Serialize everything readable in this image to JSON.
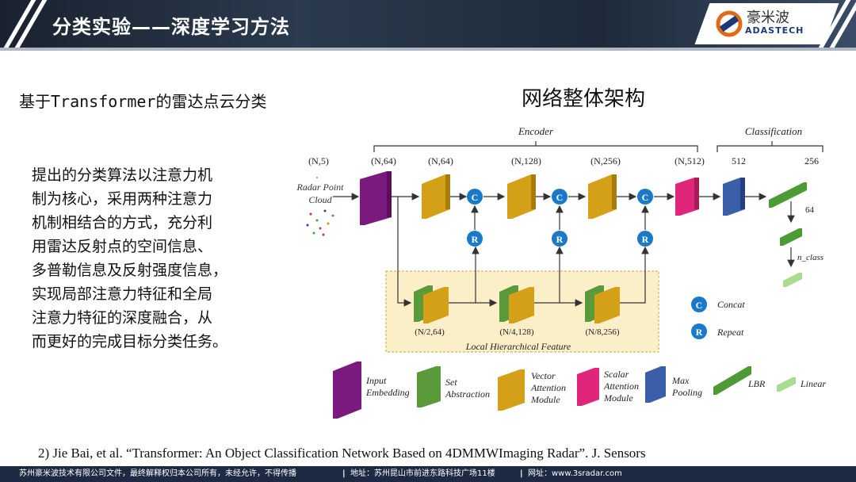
{
  "header": {
    "title": "分类实验——深度学习方法",
    "logo_cn": "豪米波",
    "logo_en": "ADASTECH"
  },
  "subtitle": "基于Transformer的雷达点云分类",
  "body_lines": [
    "提出的分类算法以注意力机",
    "制为核心，采用两种注意力",
    "机制相结合的方式，充分利",
    "用雷达反射点的空间信息、",
    "多普勒信息及反射强度信息，",
    "实现局部注意力特征和全局",
    "注意力特征的深度融合，从",
    "而更好的完成目标分类任务。"
  ],
  "diagram": {
    "title": "网络整体架构",
    "encoder_label": "Encoder",
    "classification_label": "Classification",
    "input_label_1": "Radar Point",
    "input_label_2": "Cloud",
    "dims": {
      "input": "(N,5)",
      "embed": "(N,64)",
      "sa1": "(N,64)",
      "va2": "(N,128)",
      "va3": "(N,256)",
      "sc": "(N,512)",
      "maxpool": "512",
      "lbr1": "256",
      "lbr2": "64",
      "linear": "n_class"
    },
    "local_dims": [
      "(N/2,64)",
      "(N/4,128)",
      "(N/8,256)"
    ],
    "local_label": "Local  Hierarchical Feature",
    "concat_symbol": "C",
    "repeat_symbol": "R",
    "concat_label": "Concat",
    "repeat_label": "Repeat",
    "legend": [
      {
        "line1": "Input",
        "line2": "Embedding",
        "line3": ""
      },
      {
        "line1": "Set",
        "line2": "Abstraction",
        "line3": ""
      },
      {
        "line1": "Vector",
        "line2": "Attention",
        "line3": "Module"
      },
      {
        "line1": "Scalar",
        "line2": "Attention",
        "line3": "Module"
      },
      {
        "line1": "Max",
        "line2": "Pooling",
        "line3": ""
      },
      {
        "line1": "LBR",
        "line2": "",
        "line3": ""
      },
      {
        "line1": "Linear",
        "line2": "",
        "line3": ""
      }
    ]
  },
  "reference": "2) Jie Bai, et al. “Transformer: An Object Classification Network Based on 4DMMWImaging Radar”.  J. Sensors",
  "footer": {
    "company": "苏州豪米波技术有限公司文件，最终解释权归本公司所有，未经允许，不得传播",
    "address": "地址：苏州昆山市前进东路科技广场11楼",
    "website": "网址：www.3sradar.com"
  },
  "colors": {
    "embedding": "#7b1a7e",
    "set_abstraction": "#5a9a3a",
    "vector_attention": "#d4a017",
    "scalar_attention": "#e0267a",
    "max_pooling": "#3a5fa8",
    "lbr": "#4e9a34",
    "linear": "#a8dc90",
    "circle": "#1a7ac8",
    "local_box": "#fbefc8"
  }
}
